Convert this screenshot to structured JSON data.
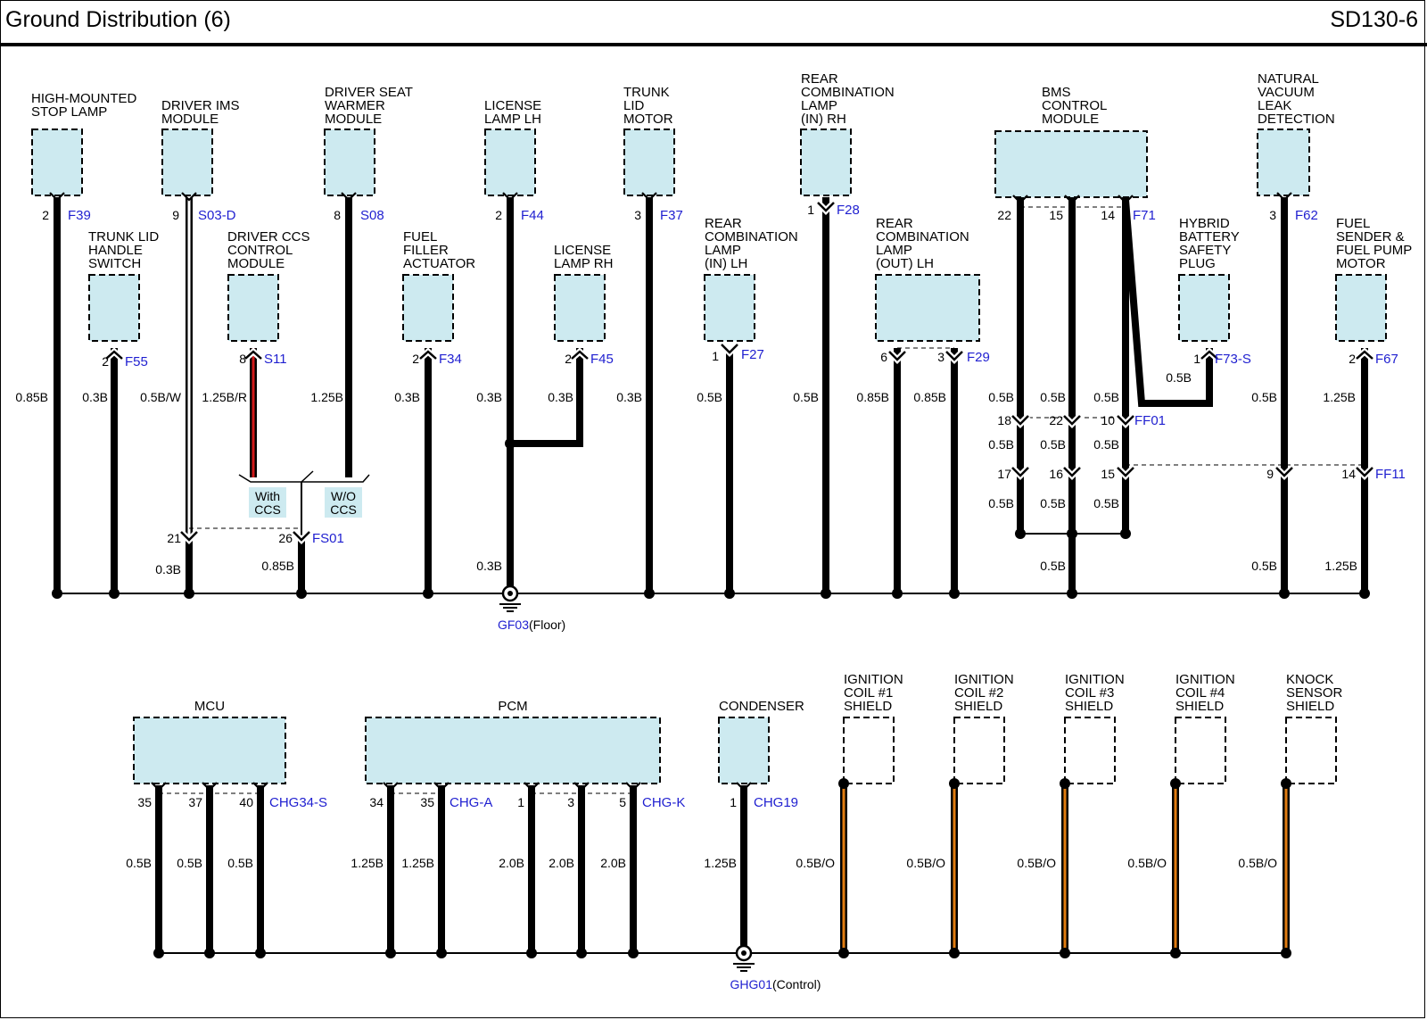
{
  "header": {
    "title": "Ground Distribution (6)",
    "code": "SD130-6"
  },
  "colors": {
    "box_fill": "#cdeaf0",
    "link_blue": "#1f1fd0",
    "red": "#d11a1a",
    "orange": "#e07b10",
    "wire": "#000000"
  },
  "top": {
    "components": [
      {
        "id": "high-mounted-stop-lamp",
        "label": [
          "HIGH-MOUNTED",
          "STOP LAMP"
        ]
      },
      {
        "id": "trunk-lid-handle-switch",
        "label": [
          "TRUNK LID",
          "HANDLE",
          "SWITCH"
        ]
      },
      {
        "id": "driver-ims-module",
        "label": [
          "DRIVER IMS",
          "MODULE"
        ]
      },
      {
        "id": "driver-ccs-control-module",
        "label": [
          "DRIVER CCS",
          "CONTROL",
          "MODULE"
        ]
      },
      {
        "id": "driver-seat-warmer-module",
        "label": [
          "DRIVER SEAT",
          "WARMER",
          "MODULE"
        ]
      },
      {
        "id": "fuel-filler-actuator",
        "label": [
          "FUEL",
          "FILLER",
          "ACTUATOR"
        ]
      },
      {
        "id": "license-lamp-lh",
        "label": [
          "LICENSE",
          "LAMP LH"
        ]
      },
      {
        "id": "license-lamp-rh",
        "label": [
          "LICENSE",
          "LAMP RH"
        ]
      },
      {
        "id": "trunk-lid-motor",
        "label": [
          "TRUNK",
          "LID",
          "MOTOR"
        ]
      },
      {
        "id": "rear-combination-lamp-in-lh",
        "label": [
          "REAR",
          "COMBINATION",
          "LAMP",
          "(IN) LH"
        ]
      },
      {
        "id": "rear-combination-lamp-in-rh",
        "label": [
          "REAR",
          "COMBINATION",
          "LAMP",
          "(IN) RH"
        ]
      },
      {
        "id": "rear-combination-lamp-out-lh",
        "label": [
          "REAR",
          "COMBINATION",
          "LAMP",
          "(OUT) LH"
        ]
      },
      {
        "id": "bms-control-module",
        "label": [
          "BMS",
          "CONTROL",
          "MODULE"
        ]
      },
      {
        "id": "hybrid-battery-safety-plug",
        "label": [
          "HYBRID",
          "BATTERY",
          "SAFETY",
          "PLUG"
        ]
      },
      {
        "id": "natural-vacuum-leak-detection",
        "label": [
          "NATURAL",
          "VACUUM",
          "LEAK",
          "DETECTION"
        ]
      },
      {
        "id": "fuel-sender-fuel-pump-motor",
        "label": [
          "FUEL",
          "SENDER &",
          "FUEL PUMP",
          "MOTOR"
        ]
      }
    ],
    "pins": [
      "2",
      "2",
      "9",
      "8",
      "8",
      "2",
      "2",
      "2",
      "3",
      "1",
      "1",
      "6",
      "3",
      "22",
      "15",
      "14",
      "1",
      "3",
      "2"
    ],
    "connectors": [
      "F39",
      "F55",
      "S03-D",
      "S11",
      "S08",
      "F34",
      "F44",
      "F45",
      "F37",
      "F27",
      "F28",
      "F29",
      "F71",
      "F73-S",
      "F62",
      "F67"
    ],
    "wires": [
      "0.85B",
      "0.3B",
      "0.5B/W",
      "1.25B/R",
      "1.25B",
      "0.3B",
      "0.3B",
      "0.3B",
      "0.3B",
      "0.5B",
      "0.5B",
      "0.85B",
      "0.85B",
      "0.5B",
      "0.5B",
      "0.5B",
      "0.5B",
      "0.5B",
      "1.25B"
    ],
    "options": [
      "With",
      "CCS",
      "W/O",
      "CCS"
    ],
    "fs01": {
      "pins": [
        "21",
        "26"
      ],
      "connector": "FS01",
      "wires": [
        "0.3B",
        "0.85B"
      ]
    },
    "license_lower_wire": "0.3B",
    "ff01": {
      "pins": [
        "18",
        "22",
        "10"
      ],
      "connector": "FF01",
      "wires_below": [
        "0.5B",
        "0.5B",
        "0.5B"
      ]
    },
    "ff11": {
      "pins": [
        "17",
        "16",
        "15",
        "9",
        "14"
      ],
      "connector": "FF11",
      "wires_below": [
        "0.5B",
        "0.5B",
        "0.5B"
      ]
    },
    "lower_wires": {
      "bms": "0.5B",
      "vacuum": "0.5B",
      "pump": "1.25B"
    },
    "ground": {
      "name": "GF03",
      "location": "(Floor)"
    }
  },
  "bottom": {
    "components": [
      {
        "id": "mcu",
        "label": [
          "MCU"
        ]
      },
      {
        "id": "pcm",
        "label": [
          "PCM"
        ]
      },
      {
        "id": "condenser",
        "label": [
          "CONDENSER"
        ]
      },
      {
        "id": "ignition-coil-1-shield",
        "label": [
          "IGNITION",
          "COIL #1",
          "SHIELD"
        ]
      },
      {
        "id": "ignition-coil-2-shield",
        "label": [
          "IGNITION",
          "COIL #2",
          "SHIELD"
        ]
      },
      {
        "id": "ignition-coil-3-shield",
        "label": [
          "IGNITION",
          "COIL #3",
          "SHIELD"
        ]
      },
      {
        "id": "ignition-coil-4-shield",
        "label": [
          "IGNITION",
          "COIL #4",
          "SHIELD"
        ]
      },
      {
        "id": "knock-sensor-shield",
        "label": [
          "KNOCK",
          "SENSOR",
          "SHIELD"
        ]
      }
    ],
    "pins": [
      "35",
      "37",
      "40",
      "34",
      "35",
      "1",
      "3",
      "5",
      "1"
    ],
    "connectors": [
      "CHG34-S",
      "CHG-A",
      "CHG-K",
      "CHG19"
    ],
    "wires": [
      "0.5B",
      "0.5B",
      "0.5B",
      "1.25B",
      "1.25B",
      "2.0B",
      "2.0B",
      "2.0B",
      "1.25B",
      "0.5B/O",
      "0.5B/O",
      "0.5B/O",
      "0.5B/O",
      "0.5B/O"
    ],
    "ground": {
      "name": "GHG01",
      "location": "(Control)"
    }
  }
}
